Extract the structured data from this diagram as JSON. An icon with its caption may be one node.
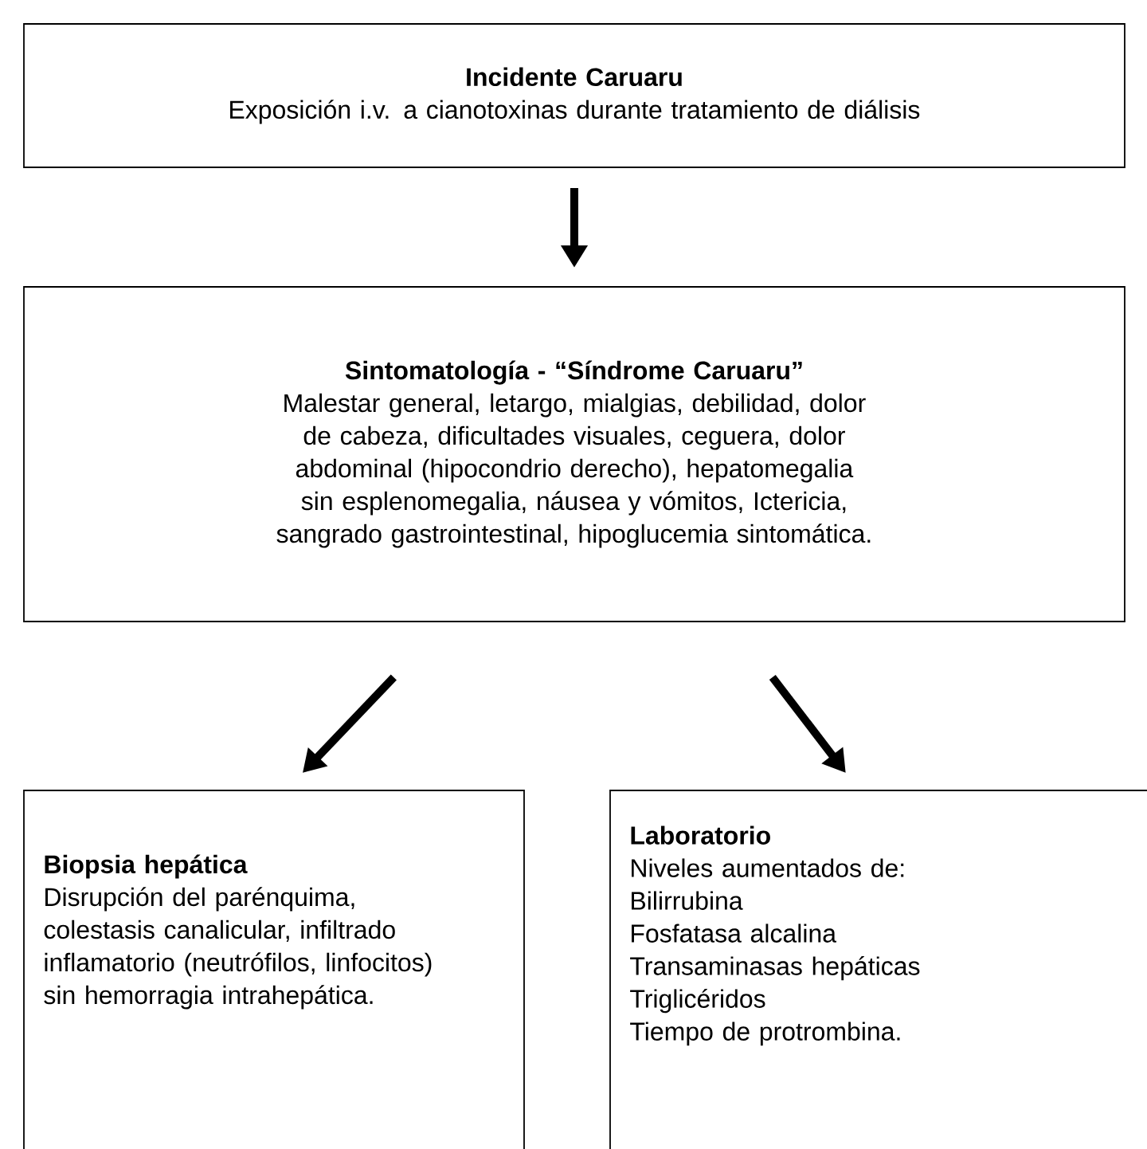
{
  "diagram": {
    "nodes": [
      {
        "text": [
          "Incidente Caruaru",
          "Exposición i.v. a cianotoxinas durante tratamiento de diálisis"
        ]
      },
      {
        "text": [
          "Sintomatología - “Síndrome Caruaru”",
          "Malestar general, letargo, mialgias, debilidad, dolor de cabeza, dificultades visuales, ceguera, dolor abdominal (hipocondrio derecho), hepatomegalia sin esplenomegalia, náusea y vómitos, Ictericia, sangrado gastrointestinal, hipoglucemia sintomática."
        ]
      },
      {
        "text": [
          "Biopsia hepática",
          "Disrupción del parénquima, colestasis canalicular, infiltrado inflamatorio (neutrófilos, linfocitos) sin hemorragia intrahepática."
        ]
      },
      {
        "text": [
          "Laboratorio",
          "Niveles aumentados de:",
          "Bilirrubina",
          "Fosfatasa alcalina",
          "Transaminasas hepáticas",
          "Triglicéridos",
          "Tiempo de protrombina."
        ]
      }
    ],
    "edges": [
      {
        "from": 0,
        "to": 1,
        "arrow": "to"
      },
      {
        "from": 1,
        "to": 2,
        "arrow": "to"
      },
      {
        "from": 1,
        "to": 3,
        "arrow": "to"
      }
    ]
  }
}
